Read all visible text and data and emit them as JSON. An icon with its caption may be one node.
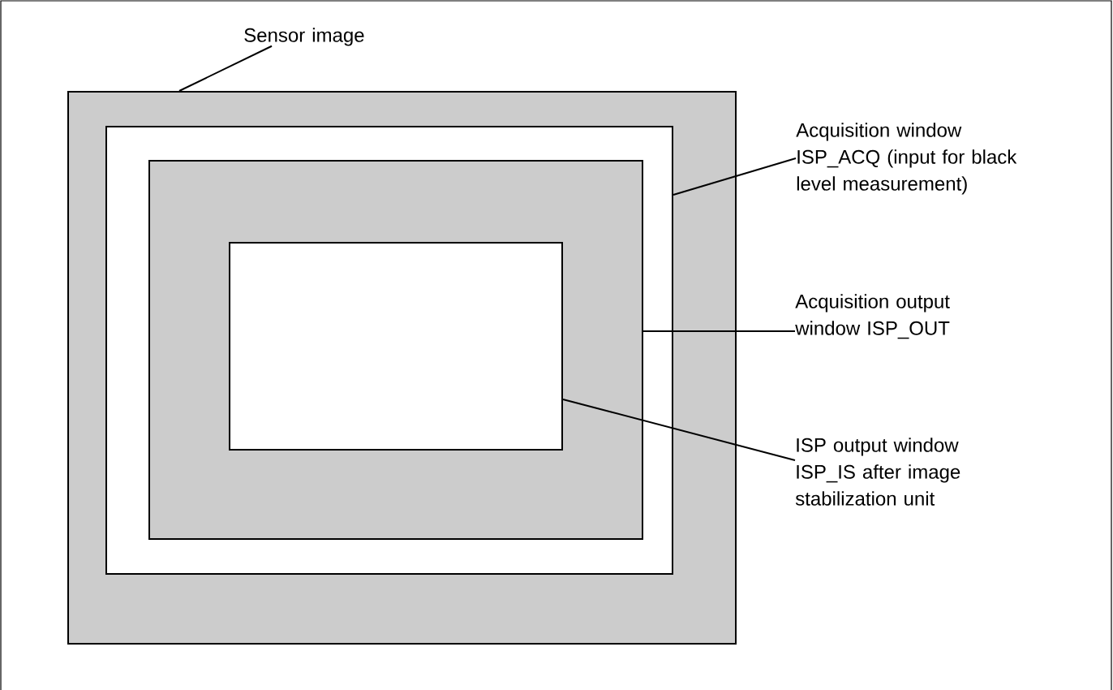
{
  "diagram": {
    "nodes": [
      {
        "text": [
          "Sensor image"
        ]
      },
      {
        "text": [],
        "shape": "box"
      },
      {
        "text": [],
        "shape": "box",
        "in": 1
      },
      {
        "text": [],
        "shape": "box",
        "in": 2
      },
      {
        "text": [],
        "shape": "box",
        "in": 3
      },
      {
        "text": [
          "Acquisition window ISP_ACQ (input for black level measurement)"
        ]
      },
      {
        "text": [
          "Acquisition output window ISP_OUT"
        ]
      },
      {
        "text": [
          "ISP output window ISP_IS after image stabilization unit"
        ]
      }
    ],
    "edges": [
      {
        "from": 0,
        "to": 1,
        "arrow": "none"
      },
      {
        "from": 5,
        "to": 2,
        "arrow": "none"
      },
      {
        "from": 6,
        "to": 3,
        "arrow": "none"
      },
      {
        "from": 7,
        "to": 4,
        "arrow": "none"
      }
    ]
  }
}
